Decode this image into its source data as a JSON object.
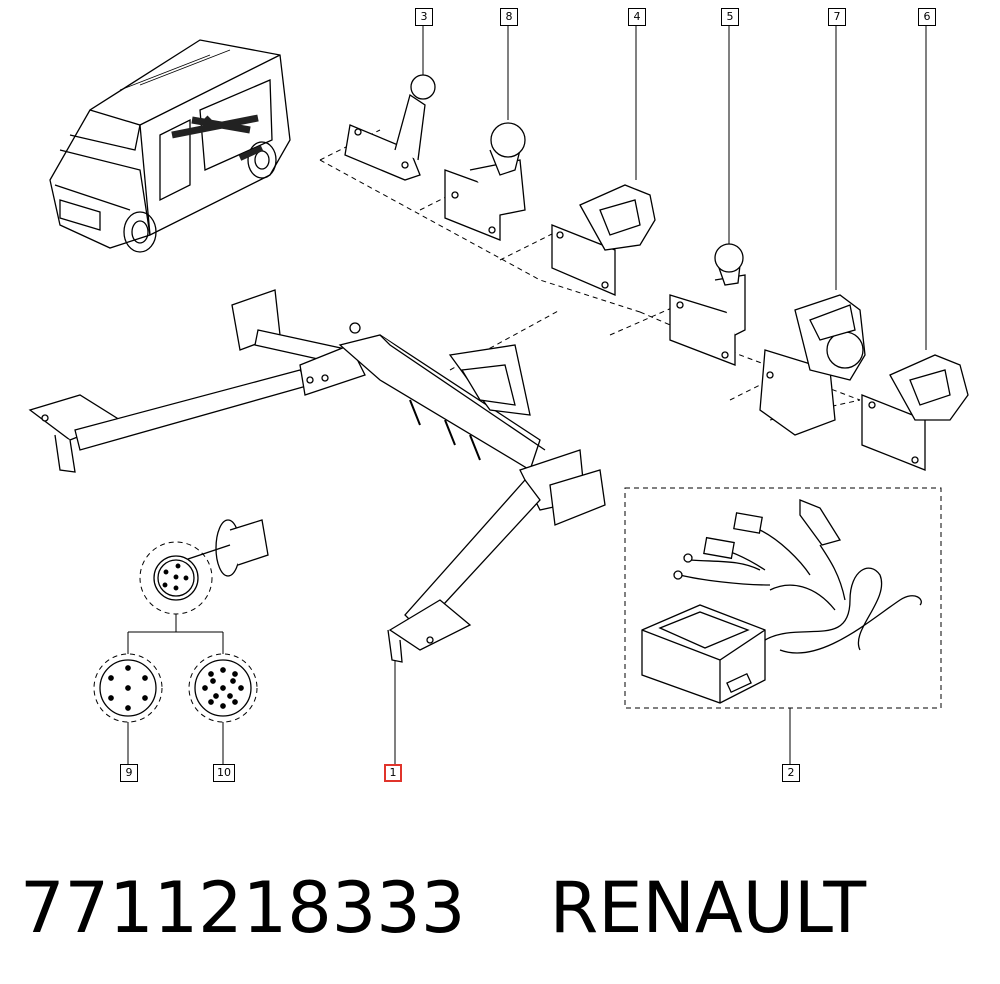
{
  "diagram": {
    "callouts": {
      "c1": "1",
      "c2": "2",
      "c3": "3",
      "c4": "4",
      "c5": "5",
      "c6": "6",
      "c7": "7",
      "c8": "8",
      "c9": "9",
      "c10": "10"
    },
    "highlight_color": "#e0342b",
    "line_color": "#000000"
  },
  "caption": {
    "part_number": "7711218333",
    "brand": "RENAULT"
  }
}
